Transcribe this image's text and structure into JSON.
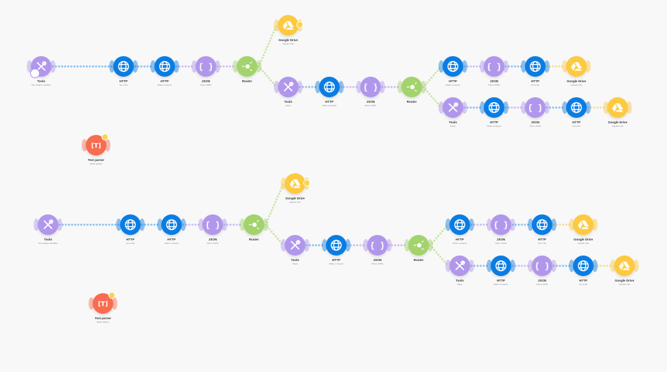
{
  "colors": {
    "tools": "#b197ec",
    "http": "#0a7de3",
    "json": "#b197ec",
    "router": "#a3d36c",
    "gdrive": "#fdc940",
    "textparser": "#f86c50"
  },
  "scenarios": [
    {
      "nodes": [
        {
          "app": "tools",
          "label": "Tools",
          "sub": "Set multiple variables"
        },
        {
          "app": "http",
          "label": "HTTP",
          "sub": "Get a file"
        },
        {
          "app": "http",
          "label": "HTTP",
          "sub": "Make a request"
        },
        {
          "app": "json",
          "label": "JSON",
          "sub": "Parse JSON"
        },
        {
          "app": "router",
          "label": "Router",
          "sub": ""
        },
        {
          "app": "gdrive",
          "label": "Google Drive",
          "sub": "Upload a file"
        },
        {
          "app": "tools",
          "label": "Tools",
          "sub": "Sleep"
        },
        {
          "app": "http",
          "label": "HTTP",
          "sub": "Make a request"
        },
        {
          "app": "json",
          "label": "JSON",
          "sub": "Parse JSON"
        },
        {
          "app": "router",
          "label": "Router",
          "sub": ""
        },
        {
          "app": "http",
          "label": "HTTP",
          "sub": "Make a request"
        },
        {
          "app": "json",
          "label": "JSON",
          "sub": "Parse JSON"
        },
        {
          "app": "http",
          "label": "HTTP",
          "sub": "Get a file"
        },
        {
          "app": "gdrive",
          "label": "Google Drive",
          "sub": "Upload a file"
        },
        {
          "app": "tools",
          "label": "Tools",
          "sub": "Sleep"
        },
        {
          "app": "http",
          "label": "HTTP",
          "sub": "Make a request"
        },
        {
          "app": "json",
          "label": "JSON",
          "sub": "Parse JSON"
        },
        {
          "app": "http",
          "label": "HTTP",
          "sub": "Get a file"
        },
        {
          "app": "gdrive",
          "label": "Google Drive",
          "sub": "Upload a file"
        },
        {
          "app": "textparser",
          "label": "Text parser",
          "sub": "Match pattern"
        }
      ]
    },
    {
      "nodes": [
        {
          "app": "tools",
          "label": "Tools",
          "sub": "Set multiple variables"
        },
        {
          "app": "http",
          "label": "HTTP",
          "sub": "Get a file"
        },
        {
          "app": "http",
          "label": "HTTP",
          "sub": "Make a request"
        },
        {
          "app": "json",
          "label": "JSON",
          "sub": "Parse JSON"
        },
        {
          "app": "router",
          "label": "Router",
          "sub": ""
        },
        {
          "app": "gdrive",
          "label": "Google Drive",
          "sub": "Upload a file"
        },
        {
          "app": "tools",
          "label": "Tools",
          "sub": "Sleep"
        },
        {
          "app": "http",
          "label": "HTTP",
          "sub": "Make a request"
        },
        {
          "app": "json",
          "label": "JSON",
          "sub": "Parse JSON"
        },
        {
          "app": "router",
          "label": "Router",
          "sub": ""
        },
        {
          "app": "http",
          "label": "HTTP",
          "sub": "Make a request"
        },
        {
          "app": "json",
          "label": "JSON",
          "sub": "Parse JSON"
        },
        {
          "app": "http",
          "label": "HTTP",
          "sub": "Get a file"
        },
        {
          "app": "gdrive",
          "label": "Google Drive",
          "sub": "Upload a file"
        },
        {
          "app": "tools",
          "label": "Tools",
          "sub": "Sleep"
        },
        {
          "app": "http",
          "label": "HTTP",
          "sub": "Make a request"
        },
        {
          "app": "json",
          "label": "JSON",
          "sub": "Parse JSON"
        },
        {
          "app": "http",
          "label": "HTTP",
          "sub": "Get a file"
        },
        {
          "app": "gdrive",
          "label": "Google Drive",
          "sub": "Upload a file"
        },
        {
          "app": "textparser",
          "label": "Text parser",
          "sub": "Match pattern"
        }
      ]
    }
  ]
}
